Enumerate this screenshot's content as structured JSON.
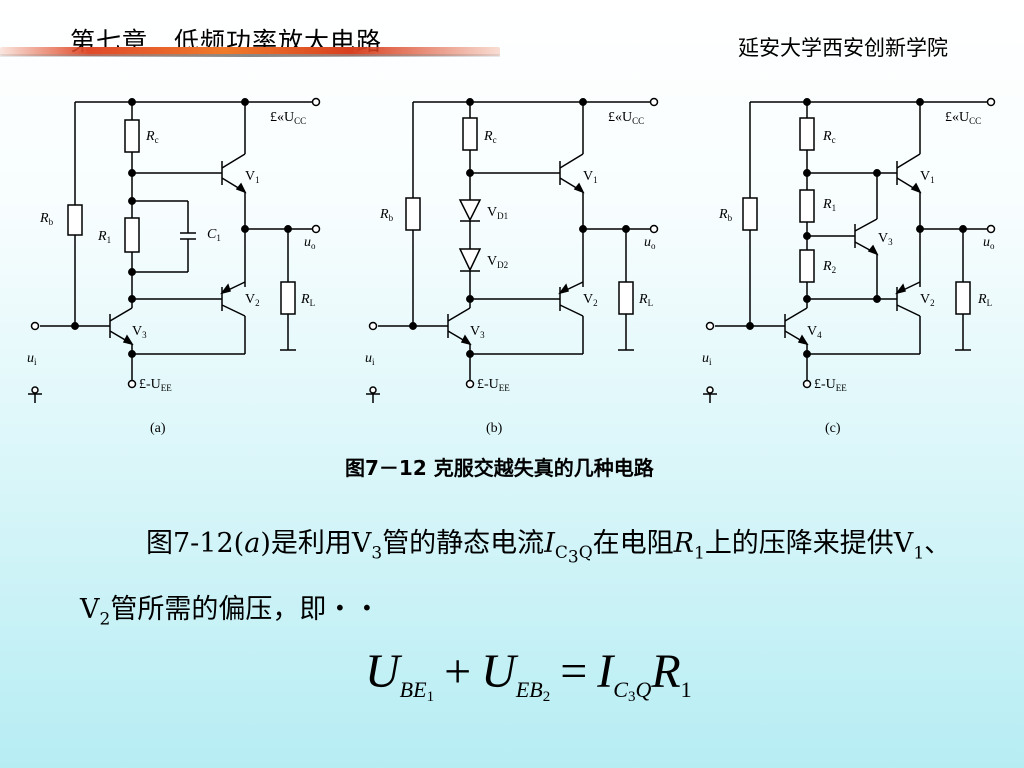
{
  "header": {
    "title": "第七章　低频功率放大电路",
    "institution": "延安大学西安创新学院"
  },
  "figure": {
    "caption": "图7－12  克服交越失真的几种电路",
    "circuits": [
      {
        "label": "(a)",
        "vcc": "£«U",
        "vcc_sub": "CC",
        "vee": "£-U",
        "vee_sub": "EE",
        "rc": "R",
        "rc_sub": "c",
        "rb": "R",
        "rb_sub": "b",
        "r1": "R",
        "r1_sub": "1",
        "c1": "C",
        "c1_sub": "1",
        "rl": "R",
        "rl_sub": "L",
        "uo": "u",
        "uo_sub": "o",
        "ui": "u",
        "ui_sub": "i",
        "v1": "V",
        "v1_sub": "1",
        "v2": "V",
        "v2_sub": "2",
        "v3": "V",
        "v3_sub": "3"
      },
      {
        "label": "(b)",
        "vcc": "£«U",
        "vcc_sub": "CC",
        "vee": "£-U",
        "vee_sub": "EE",
        "rc": "R",
        "rc_sub": "c",
        "rb": "R",
        "rb_sub": "b",
        "vd1": "V",
        "vd1_sub": "D1",
        "vd2": "V",
        "vd2_sub": "D2",
        "rl": "R",
        "rl_sub": "L",
        "uo": "u",
        "uo_sub": "o",
        "ui": "u",
        "ui_sub": "i",
        "v1": "V",
        "v1_sub": "1",
        "v2": "V",
        "v2_sub": "2",
        "v3": "V",
        "v3_sub": "3"
      },
      {
        "label": "(c)",
        "vcc": "£«U",
        "vcc_sub": "CC",
        "vee": "£-U",
        "vee_sub": "EE",
        "rc": "R",
        "rc_sub": "c",
        "rb": "R",
        "rb_sub": "b",
        "r1": "R",
        "r1_sub": "1",
        "r2": "R",
        "r2_sub": "2",
        "rl": "R",
        "rl_sub": "L",
        "uo": "u",
        "uo_sub": "o",
        "ui": "u",
        "ui_sub": "i",
        "v1": "V",
        "v1_sub": "1",
        "v2": "V",
        "v2_sub": "2",
        "v3": "V",
        "v3_sub": "3",
        "v4": "V",
        "v4_sub": "4"
      }
    ]
  },
  "paragraph": {
    "t1": "图7-12(",
    "t2": "a",
    "t3": ")是利用V",
    "t4": "3",
    "t5": "管的静态电流",
    "t6": "I",
    "t7": "C",
    "t8": "3",
    "t9": "Q",
    "t10": "在电阻",
    "t11": "R",
    "t12": "1",
    "t13": "上的压降来提供V",
    "t14": "1",
    "t15": "、V",
    "t16": "2",
    "t17": "管所需的偏压，即・・"
  },
  "equation": {
    "u1": "U",
    "u1_sub": "BE",
    "u1_subsub": "1",
    "plus": "+",
    "u2": "U",
    "u2_sub": "EB",
    "u2_subsub": "2",
    "eq": "=",
    "i": "I",
    "i_sub_a": "C",
    "i_subsub": "3",
    "i_sub_b": "Q",
    "r": "R",
    "r_sub": "1"
  }
}
